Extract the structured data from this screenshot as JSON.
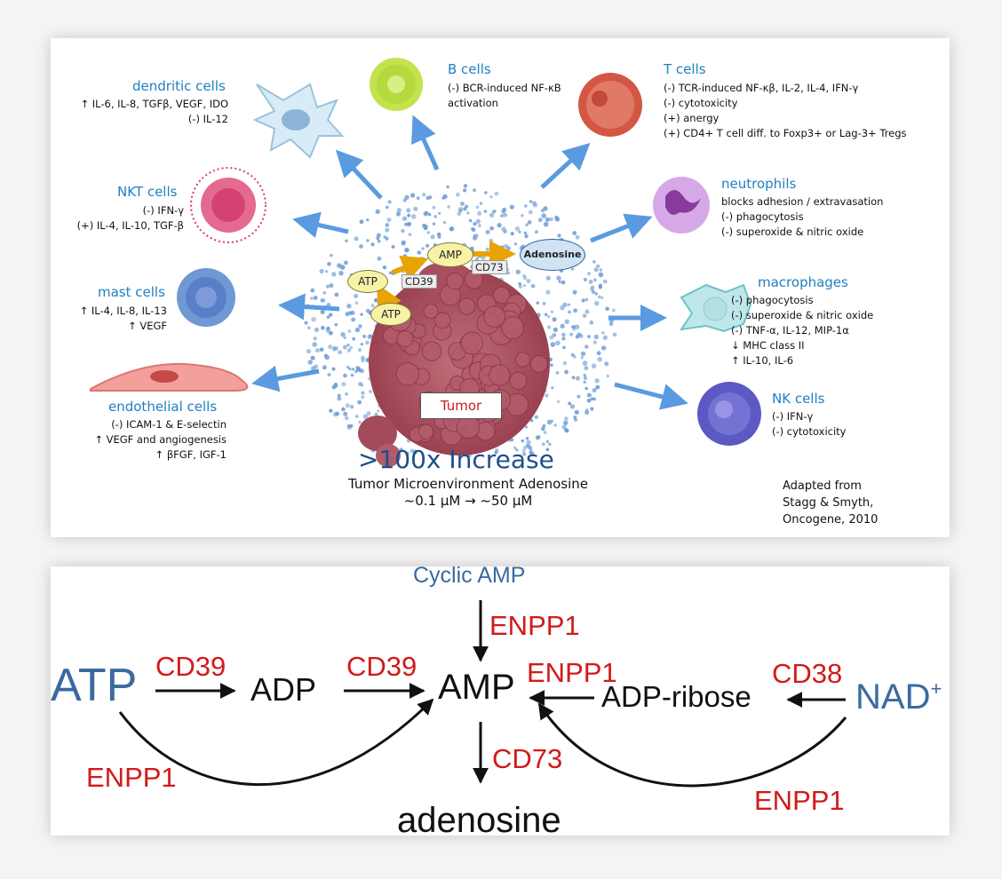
{
  "top": {
    "cells": [
      {
        "id": "dendritic",
        "title": "dendritic cells",
        "effects": [
          "↑ IL-6, IL-8, TGFβ, VEGF, IDO",
          "(-) IL-12"
        ]
      },
      {
        "id": "bcells",
        "title": "B cells",
        "effects": [
          "(-) BCR-induced NF-κB",
          "activation"
        ]
      },
      {
        "id": "tcells",
        "title": "T cells",
        "effects": [
          "(-) TCR-induced NF-κβ, IL-2, IL-4, IFN-γ",
          "(-) cytotoxicity",
          "(+) anergy",
          "(+) CD4+ T cell diff. to Foxp3+ or Lag-3+ Tregs"
        ]
      },
      {
        "id": "nkt",
        "title": "NKT cells",
        "effects": [
          "(-) IFN-γ",
          "(+) IL-4, IL-10, TGF-β"
        ]
      },
      {
        "id": "neutrophils",
        "title": "neutrophils",
        "effects": [
          "blocks adhesion / extravasation",
          "(-) phagocytosis",
          "(-) superoxide & nitric oxide"
        ]
      },
      {
        "id": "mast",
        "title": "mast cells",
        "effects": [
          "↑ IL-4, IL-8, IL-13",
          "↑ VEGF"
        ]
      },
      {
        "id": "macrophages",
        "title": "macrophages",
        "effects": [
          "(-) phagocytosis",
          "(-) superoxide & nitric oxide",
          "(-) TNF-α, IL-12, MIP-1α",
          "↓ MHC class II",
          "↑ IL-10, IL-6"
        ]
      },
      {
        "id": "endothelial",
        "title": "endothelial cells",
        "effects": [
          "(-) ICAM-1 & E-selectin",
          "↑ VEGF and angiogenesis",
          "↑ βFGF, IGF-1"
        ]
      },
      {
        "id": "nk",
        "title": "NK cells",
        "effects": [
          "(-) IFN-γ",
          "(-) cytotoxicity"
        ]
      }
    ],
    "molecules": {
      "atp1": "ATP",
      "atp2": "ATP",
      "amp": "AMP",
      "adenosine": "Adenosine",
      "cd39": "CD39",
      "cd73": "CD73"
    },
    "tumor_label": "Tumor",
    "headline": ">100x Increase",
    "subtitle1": "Tumor Microenvironment Adenosine",
    "subtitle2": "~0.1 μM → ~50 μM",
    "credit": [
      "Adapted from",
      "Stagg & Smyth,",
      "Oncogene, 2010"
    ]
  },
  "pathway": {
    "cyclic_amp": "Cyclic AMP",
    "atp": "ATP",
    "adp": "ADP",
    "amp": "AMP",
    "adp_ribose": "ADP-ribose",
    "nad": "NAD",
    "nad_sup": "+",
    "adenosine": "adenosine",
    "enzymes": {
      "cd39_a": "CD39",
      "cd39_b": "CD39",
      "enpp1_top": "ENPP1",
      "enpp1_right": "ENPP1",
      "cd38": "CD38",
      "cd73": "CD73",
      "enpp1_left_curve": "ENPP1",
      "enpp1_right_curve": "ENPP1"
    }
  },
  "colors": {
    "accent_blue": "#2080c0",
    "enzyme_red": "#d21a1a",
    "molecule_blue": "#3a6aa0",
    "tumor": "#a8485a",
    "arrow_blue": "#5a9ae0"
  }
}
